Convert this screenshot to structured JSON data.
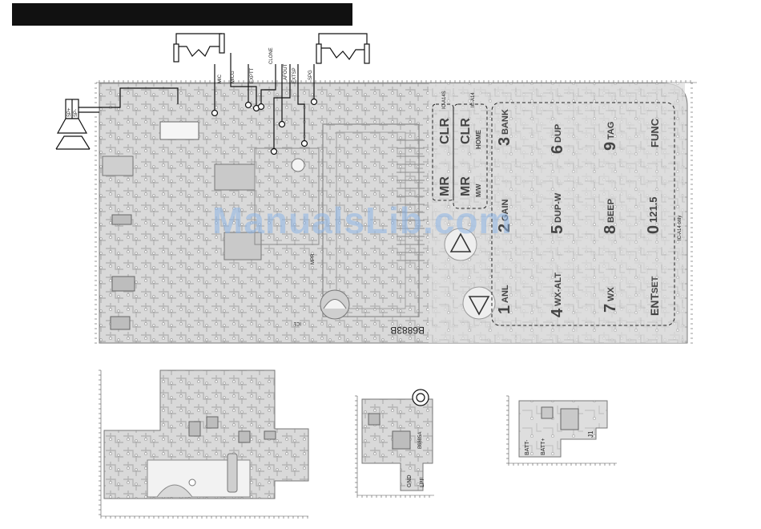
{
  "colors": {
    "board": "#d9d9d9",
    "trace": "#b2b2b2",
    "ink": "#222222",
    "header": "#111111"
  },
  "connector_labels": {
    "mic": "MIC",
    "micg": "MICG",
    "exptt": "EXPTT",
    "clone": "CLONE",
    "afout": "AFOUT",
    "extsp": "EXTSP",
    "spg": "SPG",
    "sp_plus": "SP+",
    "sp_minus": "SP-"
  },
  "variant_labels": {
    "ic_a14s": "IC-A14S",
    "ic_a14": "IC-A14",
    "ic_a14_only": "IC-A14 only"
  },
  "side_keys": [
    {
      "main": "CLR",
      "sub": ""
    },
    {
      "main": "CLR",
      "sub": "HOME"
    },
    {
      "main": "MR",
      "sub": ""
    },
    {
      "main": "MR",
      "sub": "M/W"
    }
  ],
  "keypad": [
    {
      "num": "3",
      "label": "BANK"
    },
    {
      "num": "6",
      "label": "DUP"
    },
    {
      "num": "9",
      "label": "TAG"
    },
    {
      "num": "",
      "label": "FUNC"
    },
    {
      "num": "2",
      "label": "GAIN"
    },
    {
      "num": "5",
      "label": "DUP-W"
    },
    {
      "num": "8",
      "label": "BEEP"
    },
    {
      "num": "0",
      "label": "121.5"
    },
    {
      "num": "1",
      "label": "ANL"
    },
    {
      "num": "4",
      "label": "WX-ALT"
    },
    {
      "num": "7",
      "label": "WX"
    },
    {
      "num": "ENT",
      "label": "SET"
    }
  ],
  "board_codes": {
    "main": "B6883B",
    "small": "B6885A",
    "ic1": "IC1",
    "mpr": "MPR"
  },
  "small_board_labels": {
    "gnd": "GND",
    "lpf": "LPF",
    "batt_minus": "BATT-",
    "batt_plus": "BATT+",
    "j1": "J1"
  },
  "watermark": "ManualsLib.com"
}
